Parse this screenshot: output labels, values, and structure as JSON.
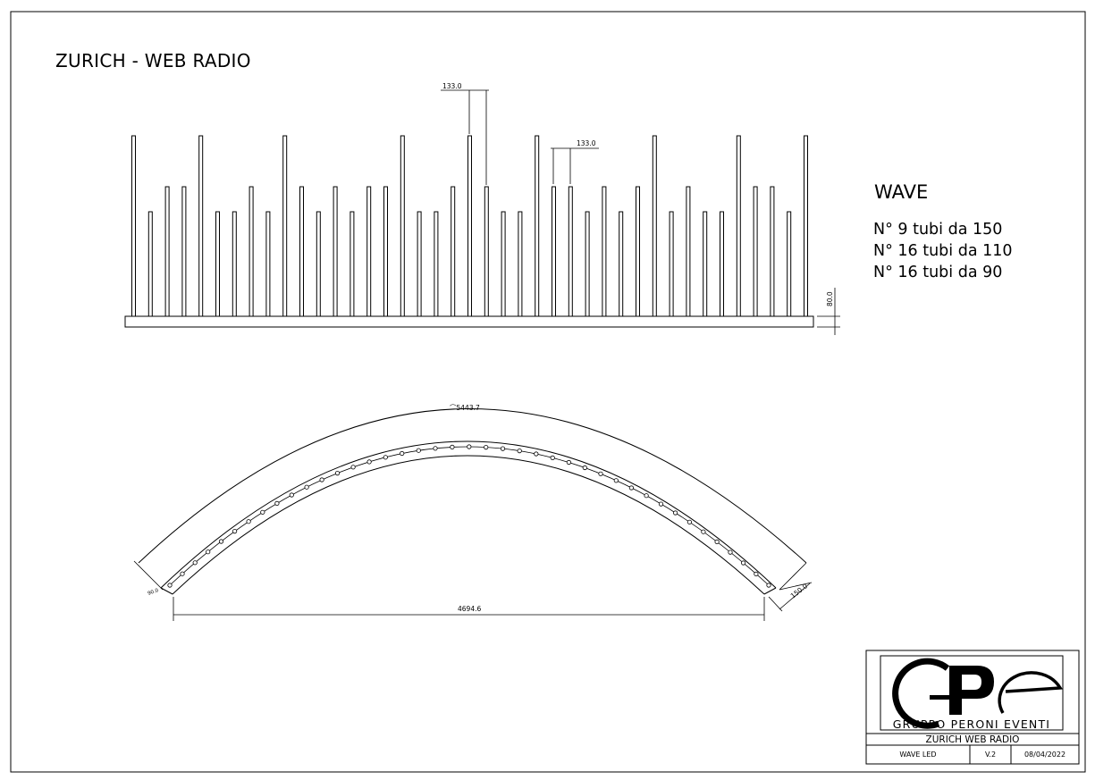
{
  "drawing_title": "ZURICH - WEB RADIO",
  "wave": {
    "title": "WAVE",
    "lines": [
      "N° 9 tubi da 150",
      "N° 16 tubi da 110",
      "N° 16 tubi da 90"
    ]
  },
  "elevation": {
    "tube_levels": [
      3,
      1,
      2,
      2,
      3,
      1,
      1,
      2,
      1,
      3,
      2,
      1,
      2,
      1,
      2,
      2,
      3,
      1,
      1,
      2,
      3,
      2,
      1,
      1,
      3,
      2,
      2,
      1,
      2,
      1,
      2,
      3,
      1,
      2,
      1,
      1,
      3,
      2,
      2,
      1,
      3
    ],
    "dim_spacing_1": "133.0",
    "dim_spacing_2": "133.0",
    "dim_base_height": "80.0"
  },
  "plan": {
    "arc_length_label": "⌒5443.7",
    "chord_label": "4694.6",
    "width_label": "150.0",
    "small_label": "90.0"
  },
  "title_block": {
    "logo_letters": "GPE",
    "company": "GRUPPO PERONI EVENTI",
    "project": "ZURICH WEB RADIO",
    "item": "WAVE LED",
    "version": "V.2",
    "date": "08/04/2022"
  }
}
